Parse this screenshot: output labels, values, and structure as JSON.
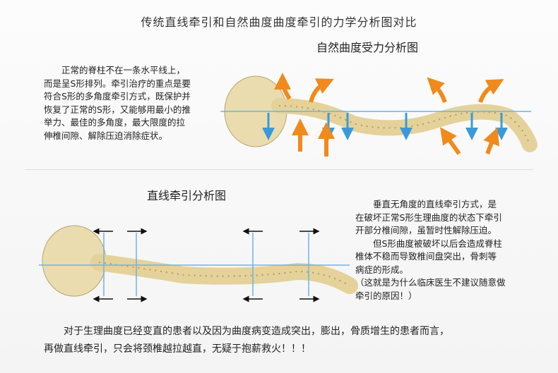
{
  "title": "传统直线牵引和自然曲度曲度牵引的力学分析图对比",
  "natural": {
    "heading": "自然曲度受力分析图",
    "lines": [
      "　　正常的脊柱不在一条水平线上，",
      "而是呈S形排列。牵引治疗的重点是要",
      "符合S形的多角度牵引方式，既保护并",
      "恢复了正常的S形，又能够用最小的推",
      "举力、最佳的多角度，最大限度的拉",
      "伸椎间隙、解除压迫消除症状。"
    ]
  },
  "linear": {
    "heading": "直线牵引分析图",
    "lines": [
      "　　垂直无角度的直线牵引方式，是",
      "在破坏正常S形生理曲度的状态下牵引",
      "开部分椎间隙，虽暂时性解除压迫。",
      "　　但S形曲度被破坏以后会造成脊柱",
      "椎体不稳而导致椎间盘突出，骨刺等",
      "病症的形成。",
      "（这就是为什么临床医生不建议随意做",
      "牵引的原因！）"
    ]
  },
  "conclusion": [
    "　　对于生理曲度已经变直的患者以及因为曲度病变造成突出，膨出，骨质增生的患者而言，",
    "再做直线牵引，只会将颈椎越拉越直，无疑于抱薪救火！！！"
  ],
  "colors": {
    "blue": "#5aaee0",
    "orange": "#f08a1c",
    "bone": "#e8d9a8"
  }
}
